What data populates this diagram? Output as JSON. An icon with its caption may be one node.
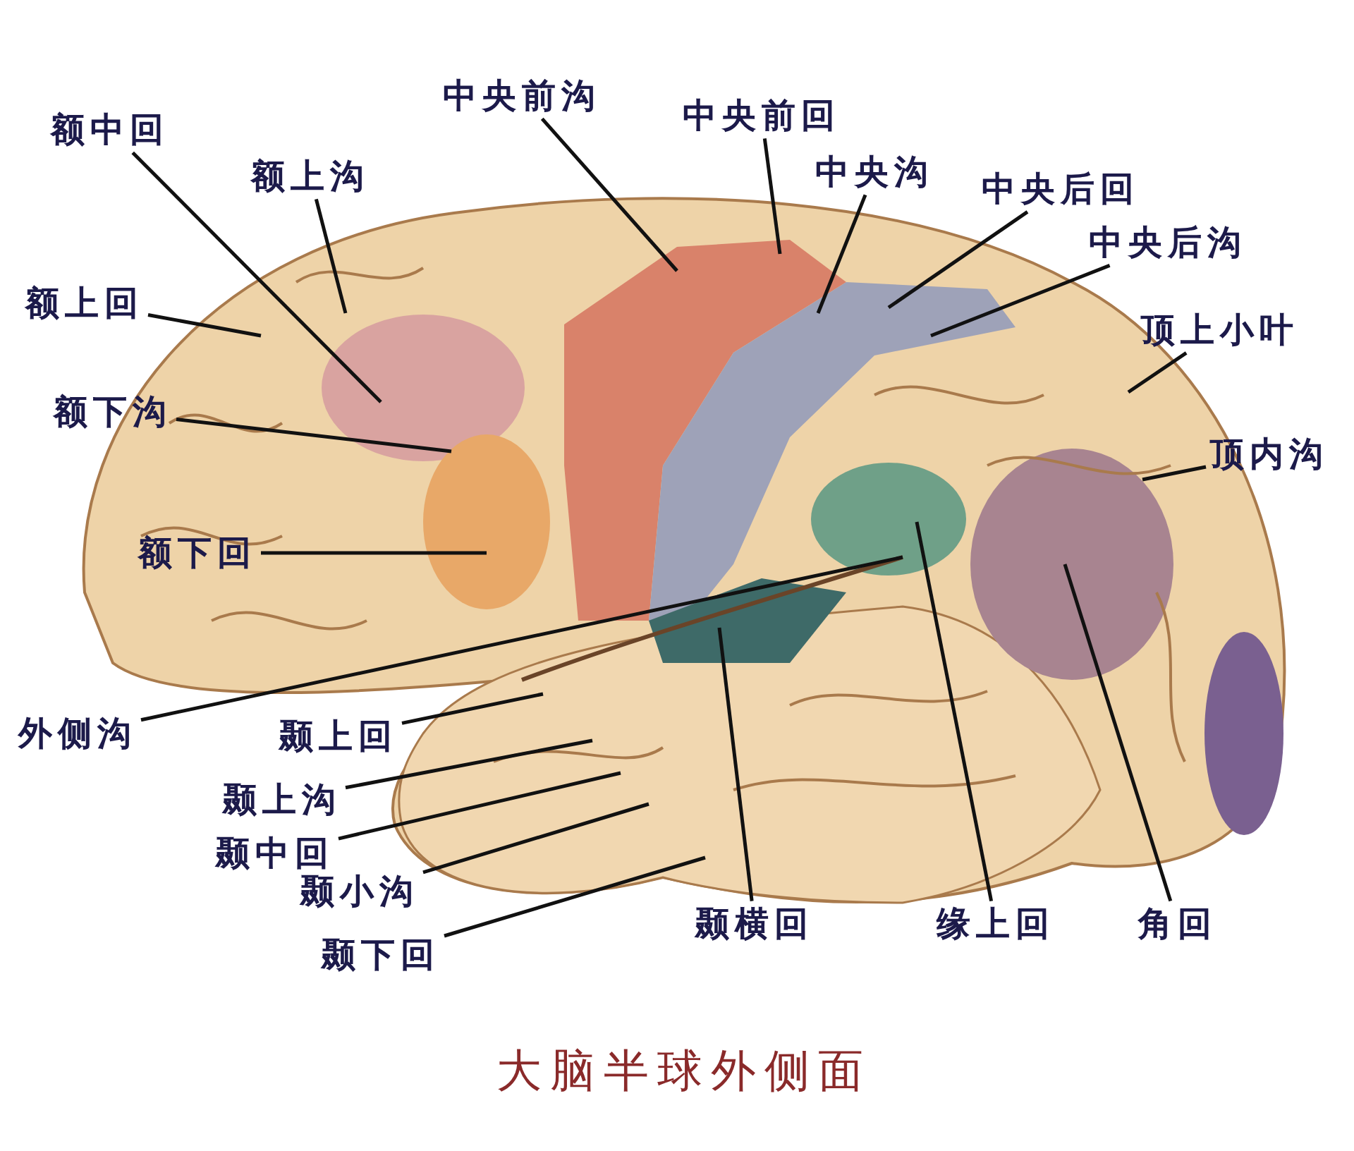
{
  "diagram": {
    "caption": "大脑半球外侧面",
    "nodes": [
      {
        "text": [
          "额中回"
        ]
      },
      {
        "text": [
          "额上沟"
        ]
      },
      {
        "text": [
          "额上回"
        ]
      },
      {
        "text": [
          "额下沟"
        ]
      },
      {
        "text": [
          "额下回"
        ]
      },
      {
        "text": [
          "外侧沟"
        ]
      },
      {
        "text": [
          "颞上回"
        ]
      },
      {
        "text": [
          "颞上沟"
        ]
      },
      {
        "text": [
          "颞中回"
        ]
      },
      {
        "text": [
          "颞小沟"
        ]
      },
      {
        "text": [
          "颞下回"
        ]
      },
      {
        "text": [
          "中央前沟"
        ]
      },
      {
        "text": [
          "中央前回"
        ]
      },
      {
        "text": [
          "中央沟"
        ]
      },
      {
        "text": [
          "中央后回"
        ]
      },
      {
        "text": [
          "中央后沟"
        ]
      },
      {
        "text": [
          "顶上小叶"
        ]
      },
      {
        "text": [
          "顶内沟"
        ]
      },
      {
        "text": [
          "颞横回"
        ]
      },
      {
        "text": [
          "缘上回"
        ]
      },
      {
        "text": [
          "角回"
        ]
      }
    ],
    "edges": [
      {
        "from": 0,
        "to": null,
        "arrow": "none"
      },
      {
        "from": 1,
        "to": null,
        "arrow": "none"
      },
      {
        "from": 2,
        "to": null,
        "arrow": "none"
      },
      {
        "from": 3,
        "to": null,
        "arrow": "none"
      },
      {
        "from": 4,
        "to": null,
        "arrow": "none"
      },
      {
        "from": 5,
        "to": null,
        "arrow": "none"
      },
      {
        "from": 6,
        "to": null,
        "arrow": "none"
      },
      {
        "from": 7,
        "to": null,
        "arrow": "none"
      },
      {
        "from": 8,
        "to": null,
        "arrow": "none"
      },
      {
        "from": 9,
        "to": null,
        "arrow": "none"
      },
      {
        "from": 10,
        "to": null,
        "arrow": "none"
      },
      {
        "from": 11,
        "to": null,
        "arrow": "none"
      },
      {
        "from": 12,
        "to": null,
        "arrow": "none"
      },
      {
        "from": 13,
        "to": null,
        "arrow": "none"
      },
      {
        "from": 14,
        "to": null,
        "arrow": "none"
      },
      {
        "from": 15,
        "to": null,
        "arrow": "none"
      },
      {
        "from": 16,
        "to": null,
        "arrow": "none"
      },
      {
        "from": 17,
        "to": null,
        "arrow": "none"
      },
      {
        "from": 18,
        "to": null,
        "arrow": "none"
      },
      {
        "from": 19,
        "to": null,
        "arrow": "none"
      },
      {
        "from": 20,
        "to": null,
        "arrow": "none"
      }
    ]
  }
}
